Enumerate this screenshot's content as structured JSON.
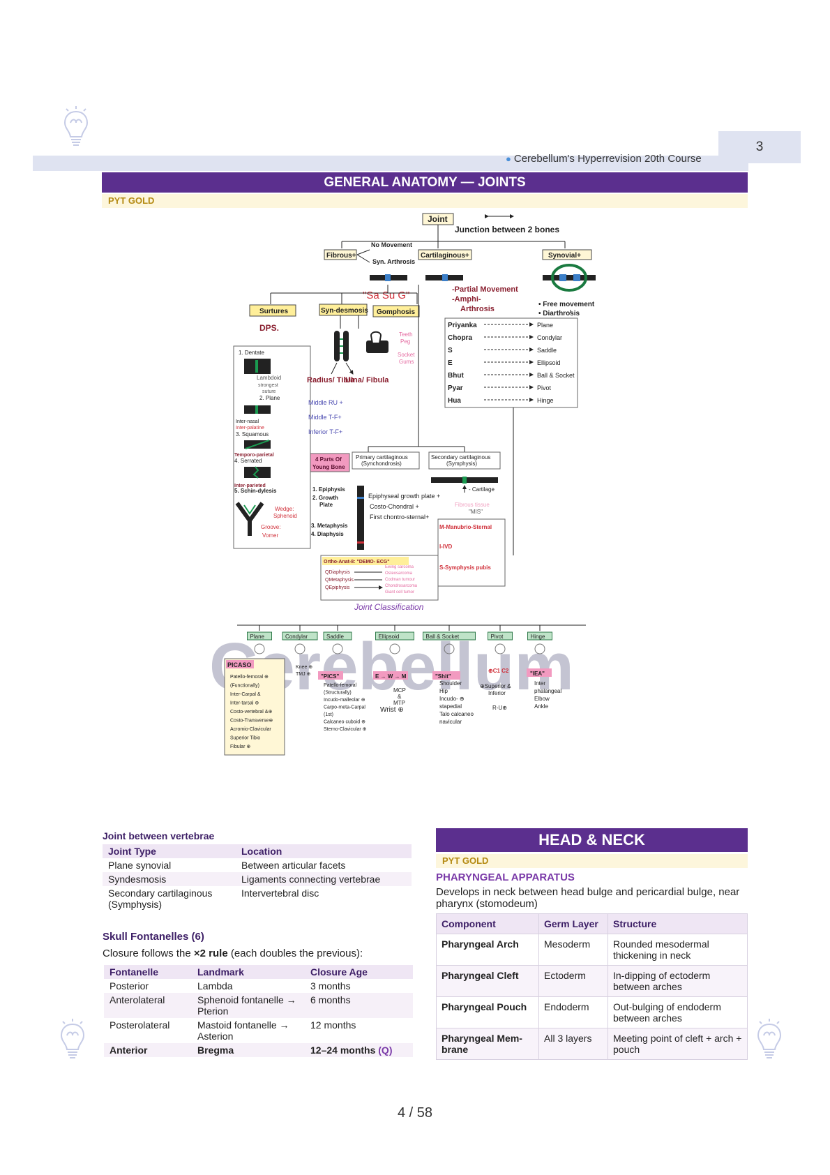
{
  "header": {
    "page_number": "3",
    "course": "Cerebellum's Hyperrevision 20th Course"
  },
  "joints": {
    "title": "GENERAL ANATOMY — JOINTS",
    "tag": "PYT GOLD"
  },
  "diagram": {
    "joint": "Joint",
    "junction": "Junction between 2 bones",
    "fibrous": "Fibrous+",
    "no_movement": "No Movement",
    "syn_arthrosis": "Syn. Arthrosis",
    "cartilaginous": "Cartilaginous+",
    "synovial": "Synovial+",
    "sa_su_g": "\"Sa Su G\"",
    "partial": "-Partial Movement",
    "amphi": "-Amphi-",
    "arthrosis": "Arthrosis",
    "free_movement": "• Free movement",
    "diarthrosis": "• Diarthrosis",
    "surtures": "Surtures",
    "syndesmosis": "Syn-desmosis",
    "gomphosis": "Gomphosis",
    "dps": "DPS.",
    "teeth": "Teeth",
    "peg": "Peg",
    "socket": "Socket",
    "gums": "Gums",
    "dentate": "1. Dentate",
    "lambdoid": "Lambdoid",
    "strongest": "strongest",
    "suture": "suture",
    "plane": "2. Plane",
    "inter_nasal": "Inter-nasal",
    "inter_palatine": "Inter-palatine",
    "squamous": "3. Squamous",
    "temporo": "Temporo-parietal",
    "serrated": "4. Serrated",
    "inter_parieted": "Inter-parieted",
    "schindylesis": "5. Schin-dylesis",
    "wedge": "Wedge:",
    "sphenoid": "Sphenoid",
    "groove": "Groove:",
    "vomer": "Vomer",
    "radius_tibia": "Radius/ Tibia",
    "ulna_fibula": "Ulna/ Fibula",
    "middle_ru": "Middle RU +",
    "middle_tf": "Middle T-F+",
    "inferior_tf": "Inferior T-F+",
    "mnemonic_rows": [
      {
        "left": "Priyanka",
        "right": "Plane"
      },
      {
        "left": "Chopra",
        "right": "Condylar"
      },
      {
        "left": "S",
        "right": "Saddle"
      },
      {
        "left": "E",
        "right": "Ellipsoid"
      },
      {
        "left": "Bhut",
        "right": "Ball & Socket"
      },
      {
        "left": "Pyar",
        "right": "Pivot"
      },
      {
        "left": "Hua",
        "right": "Hinge"
      }
    ],
    "four_parts": "4 Parts Of",
    "young_bone": "Young Bone",
    "primary_cart": "Primary cartilaginous",
    "synchondrosis": "(Synchondrosis)",
    "secondary_cart": "Secondary cartilaginous",
    "symphysis": "(Symphysis)",
    "cartilage": "- Cartilage",
    "fibrous_tissue": "Fibrous tissue",
    "mis": "\"MIS\"",
    "epiphysis": "1. Epiphysis",
    "growth": "2. Growth",
    "plate": "Plate",
    "metaphysis": "3. Metaphysis",
    "diaphysis": "4. Diaphysis",
    "epi_growth": "Epiphyseal growth plate +",
    "costo": "Costo-Chondral +",
    "first_chondro": "First chontro-sternal+",
    "manubrio": "M-Manubrio-Sternal",
    "ivd": "I-IVD",
    "symphysis_pubis": "S-Symphysis pubis",
    "ortho": "Ortho-Anat-8: \"DEMO- ECG\"",
    "q_diaphysis": "QDiaphysis",
    "q_metaphysis": "QMetaphysis",
    "q_epiphysis": "QEpiphysis",
    "ewing": "Ewing sarcoma",
    "osteosarcoma": "Osteosarcoma",
    "codman": "Codman tumour",
    "chondrosarcoma": "Chondrosarcoma",
    "giant_cell": "Giant cell tumor",
    "watermark": "Cerebellum",
    "joint_classification": "Joint Classification",
    "classes": [
      "Plane",
      "Condylar",
      "Saddle",
      "Ellipsoid",
      "Ball & Socket",
      "Pivot",
      "Hinge"
    ],
    "picaso": "PICASO",
    "picaso_items": [
      "Patello-femoral ⊕",
      "(Functionally)",
      "Inter-Carpal &",
      "Inter-tarsal ⊕",
      "Costo-vertebral &⊕",
      "Costo-Transverse⊕",
      "Acromio-Clavicular",
      "Superior Tibio",
      "Fibular ⊕"
    ],
    "knee": "Knee ⊕",
    "tmj": "TMJ ⊕",
    "pics": "\"PICS\"",
    "pics_items": [
      "Patello-femoral",
      "(Structurally)",
      "Incudo-malleolar ⊕",
      "Carpo-meta-Carpal",
      "(1st)",
      "Calcaneo cuboid ⊕",
      "Sterno-Clavicular ⊕"
    ],
    "ewm": "E → W → M",
    "mcp": "MCP",
    "amp": "&",
    "mtp": "MTP",
    "wrist": "Wrist ⊕",
    "shit": "\"Shit\"",
    "shit_items": [
      "Shoulder",
      "Hip",
      "Incudo- ⊕",
      "stapedial",
      "Talo calcaneo",
      "navicular"
    ],
    "c1c2": "⊕C1 C2",
    "superior_inferior": "⊕Superior &",
    "inferior": "Inferior",
    "ru": "R-U⊕",
    "iea": "\"IEA\"",
    "iea_items": [
      "Inter",
      "phalangeal",
      "Elbow",
      "Ankle"
    ]
  },
  "vertebrae": {
    "title": "Joint between vertebrae",
    "headers": [
      "Joint Type",
      "Location"
    ],
    "rows": [
      [
        "Plane synovial",
        "Between articular facets"
      ],
      [
        "Syndesmosis",
        "Ligaments connecting vertebrae"
      ],
      [
        "Secondary cartilaginous (Symphysis)",
        "Intervertebral disc"
      ]
    ]
  },
  "fontanelles": {
    "title": "Skull Fontanelles",
    "count": "(6)",
    "intro_pre": "Closure follows the ",
    "intro_bold": "×2 rule",
    "intro_post": " (each doubles the previous):",
    "headers": [
      "Fontanelle",
      "Landmark",
      "Closure Age"
    ],
    "rows": [
      [
        "Posterior",
        "Lambda",
        "3 months"
      ],
      [
        "Anterolateral",
        "Sphenoid fontanelle → Pterion",
        "6 months"
      ],
      [
        "Posterolateral",
        "Mastoid fontanelle → Asterion",
        "12 months"
      ]
    ],
    "last_row": [
      "Anterior",
      "Bregma",
      "12–24 months"
    ],
    "last_badge": "(Q)"
  },
  "head_neck": {
    "title": "HEAD & NECK",
    "tag": "PYT GOLD",
    "subtitle": "PHARYNGEAL APPARATUS",
    "intro": "Develops in neck between head bulge and pericardial bulge, near pharynx (stomodeum)",
    "headers": [
      "Component",
      "Germ Layer",
      "Structure"
    ],
    "rows": [
      [
        "Pharyngeal Arch",
        "Mesoderm",
        "Rounded mesodermal thickening in neck"
      ],
      [
        "Pharyngeal Cleft",
        "Ectoderm",
        "In-dipping of ectoderm between arches"
      ],
      [
        "Pharyngeal Pouch",
        "Endoderm",
        "Out-bulging of endoderm between arches"
      ],
      [
        "Pharyngeal Mem-brane",
        "All 3 layers",
        "Meeting point of cleft + arch + pouch"
      ]
    ]
  },
  "footer": {
    "pagination": "4 / 58"
  },
  "colors": {
    "section_bar": "#5b2f8e",
    "pyt_bg": "#fdf6dc",
    "pyt_text": "#b48a12",
    "header_band": "#dfe3f1",
    "accent_red": "#d0303a",
    "accent_pink": "#e46aa0"
  }
}
